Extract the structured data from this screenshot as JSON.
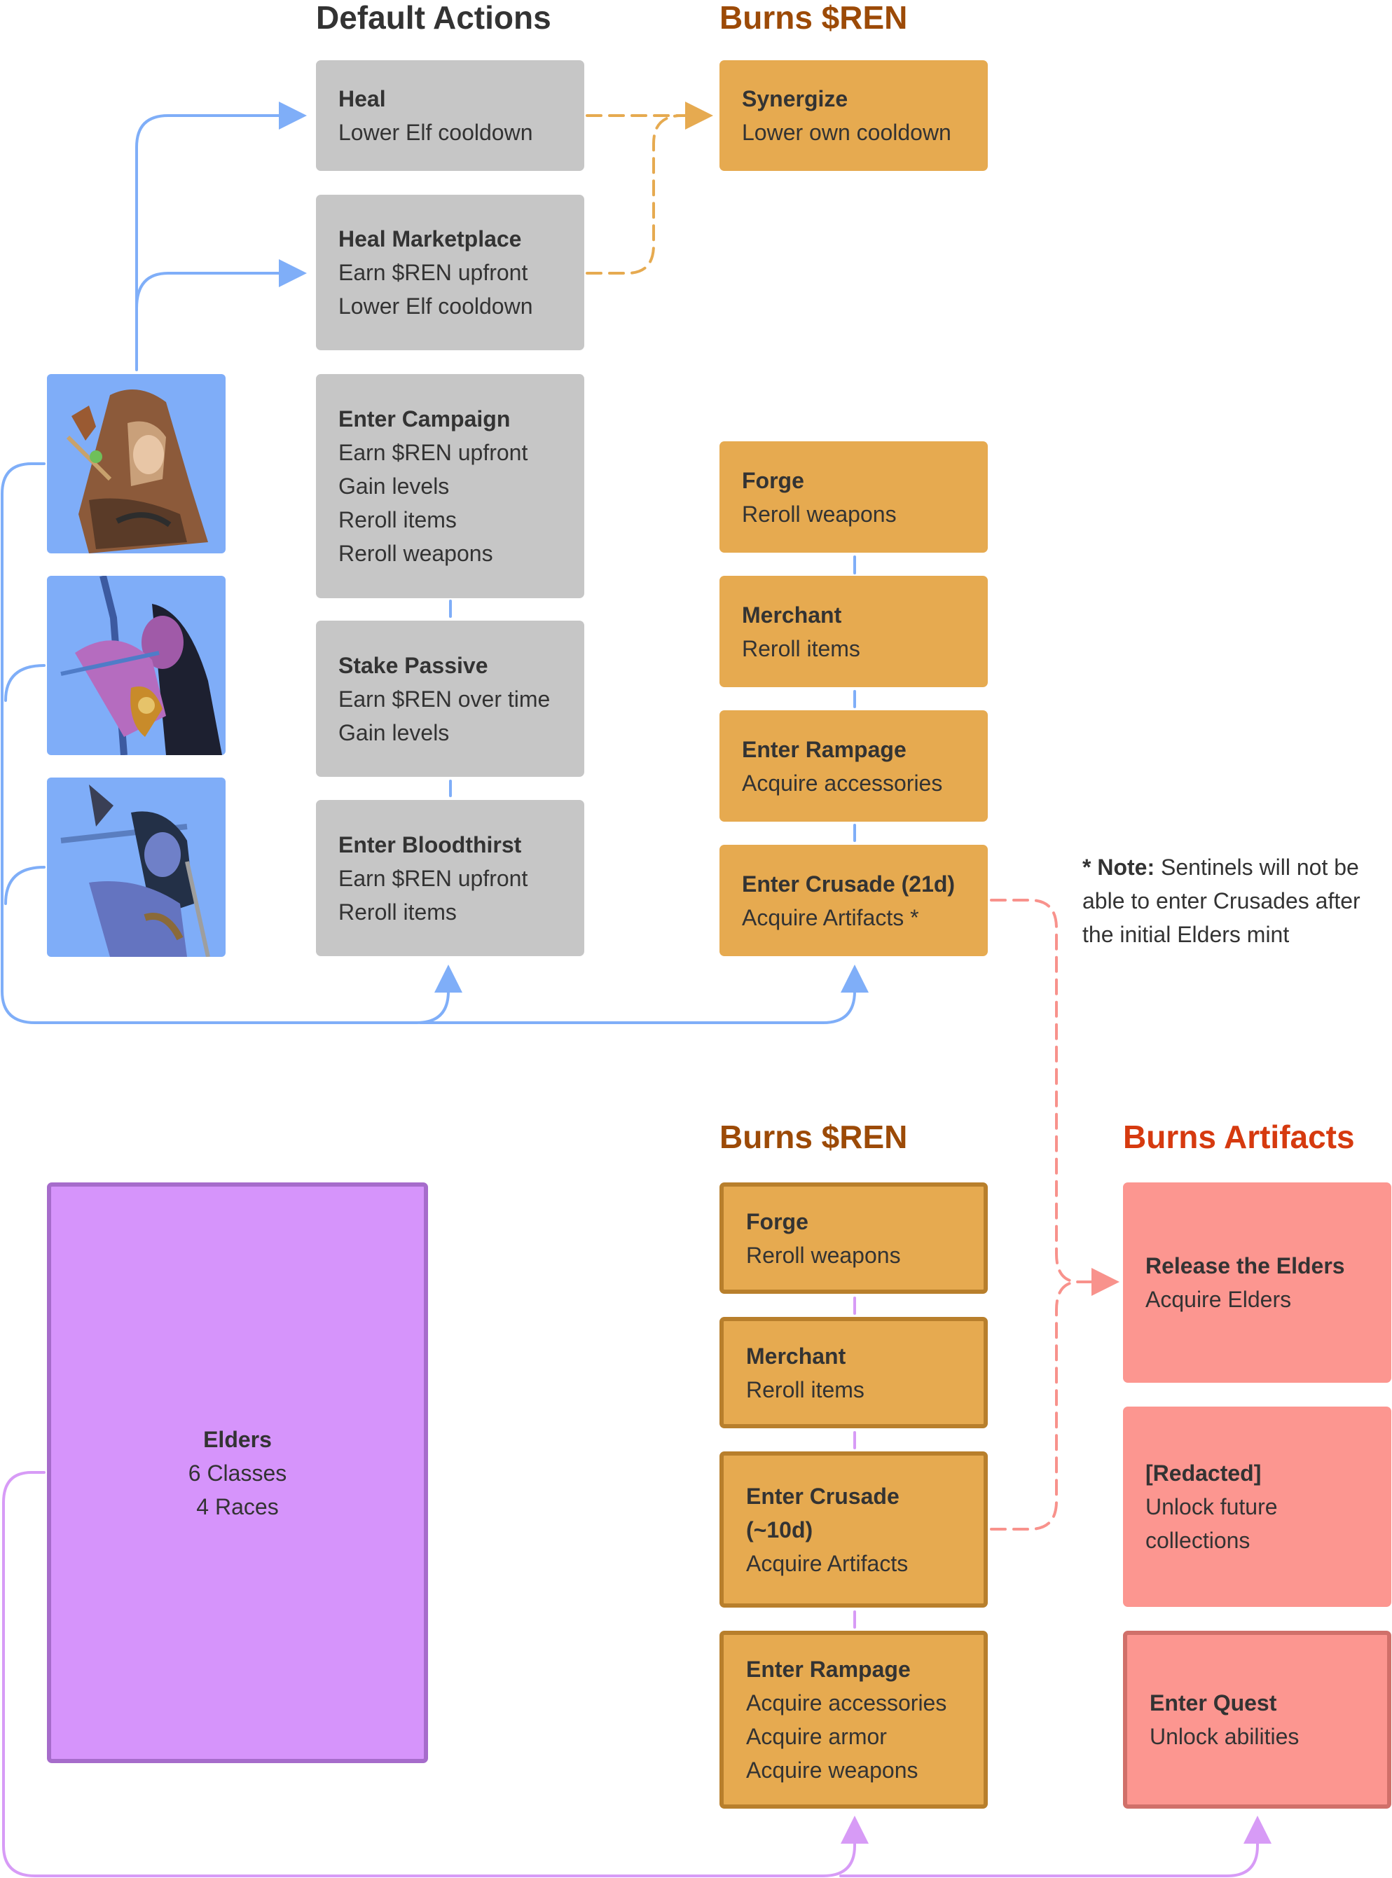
{
  "headings": {
    "default_actions": "Default Actions",
    "burns_ren_top": "Burns $REN",
    "burns_ren_bottom": "Burns $REN",
    "burns_artifacts": "Burns Artifacts"
  },
  "default_actions": [
    {
      "title": "Heal",
      "lines": [
        "Lower Elf cooldown"
      ]
    },
    {
      "title": "Heal Marketplace",
      "lines": [
        "Earn $REN upfront",
        "Lower Elf cooldown"
      ]
    },
    {
      "title": "Enter Campaign",
      "lines": [
        "Earn $REN upfront",
        "Gain levels",
        "Reroll items",
        "Reroll weapons"
      ]
    },
    {
      "title": "Stake Passive",
      "lines": [
        "Earn $REN over time",
        "Gain levels"
      ]
    },
    {
      "title": "Enter Bloodthirst",
      "lines": [
        "Earn $REN upfront",
        "Reroll items"
      ]
    }
  ],
  "burns_ren_top": [
    {
      "title": "Synergize",
      "lines": [
        "Lower own cooldown"
      ]
    },
    {
      "title": "Forge",
      "lines": [
        "Reroll weapons"
      ]
    },
    {
      "title": "Merchant",
      "lines": [
        "Reroll items"
      ]
    },
    {
      "title": "Enter Rampage",
      "lines": [
        "Acquire accessories"
      ]
    },
    {
      "title": "Enter Crusade (21d)",
      "lines": [
        "Acquire Artifacts *"
      ]
    }
  ],
  "note": {
    "label": "* Note:",
    "text": " Sentinels will not be able to enter Crusades after the initial Elders mint"
  },
  "elders": {
    "title": "Elders",
    "lines": [
      "6 Classes",
      "4 Races"
    ]
  },
  "burns_ren_bottom": [
    {
      "title": "Forge",
      "lines": [
        "Reroll weapons"
      ]
    },
    {
      "title": "Merchant",
      "lines": [
        "Reroll items"
      ]
    },
    {
      "title": "Enter Crusade",
      "lines": [
        "(~10d)",
        "Acquire Artifacts"
      ]
    },
    {
      "title": "Enter Rampage",
      "lines": [
        "Acquire accessories",
        "Acquire armor",
        "Acquire weapons"
      ]
    }
  ],
  "burns_artifacts": [
    {
      "title": "Release the Elders",
      "lines": [
        "Acquire Elders"
      ]
    },
    {
      "title": "[Redacted]",
      "lines": [
        "Unlock future",
        "collections"
      ]
    },
    {
      "title": "Enter Quest",
      "lines": [
        "Unlock abilities"
      ]
    }
  ],
  "portraits": [
    "druid-elf-portrait-icon",
    "ranger-elf-portrait-icon",
    "assassin-elf-portrait-icon"
  ],
  "colors": {
    "grey_box": "#c6c6c6",
    "orange_box": "#e6aa50",
    "red_box": "#fc9690",
    "purple_box": "#d694fb",
    "heading_orange": "#9c4a07",
    "heading_red": "#d63a0f",
    "connector_blue": "#7faef8",
    "connector_orange": "#e6aa50",
    "connector_red": "#f8928c",
    "connector_purple": "#d79bf6"
  }
}
